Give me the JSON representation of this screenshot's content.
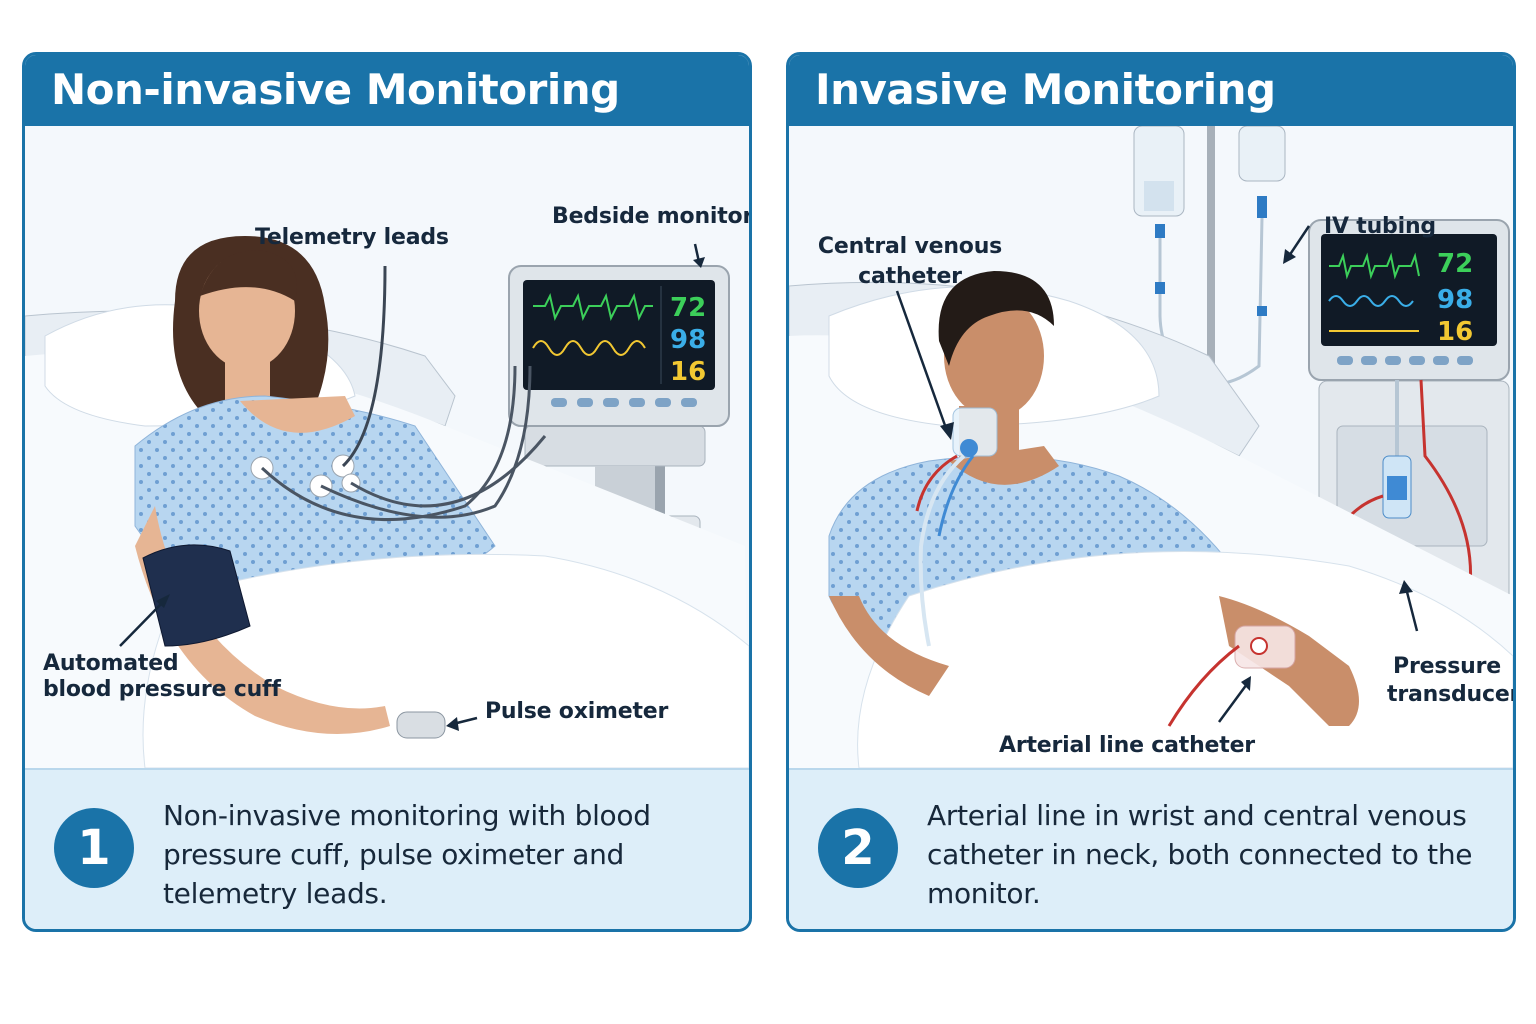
{
  "panels": [
    {
      "title": "Non-invasive Monitoring",
      "number": "1",
      "caption": "Non-invasive monitoring with blood pressure cuff, pulse oximeter and telemetry leads.",
      "labels": {
        "telemetry": "Telemetry leads",
        "monitor": "Bedside monitor",
        "cuff": "Automated\nblood pressure cuff",
        "oximeter": "Pulse oximeter"
      },
      "monitor_values": [
        "72",
        "98",
        "16"
      ]
    },
    {
      "title": "Invasive Monitoring",
      "number": "2",
      "caption": "Arterial line in wrist and central venous catheter in neck, both connected to the monitor.",
      "labels": {
        "cvc": "Central venous\ncatheter",
        "iv": "IV tubing",
        "transducer": "Pressure\ntransducer",
        "arterial": "Arterial line catheter"
      },
      "monitor_values": [
        "72",
        "98",
        "16"
      ]
    }
  ],
  "colors": {
    "brand": "#1a73a8",
    "caption_bg": "#ddeef9",
    "hr_green": "#3ccf5a",
    "spo2_blue": "#3aaee8",
    "resp_yellow": "#f2c832"
  }
}
